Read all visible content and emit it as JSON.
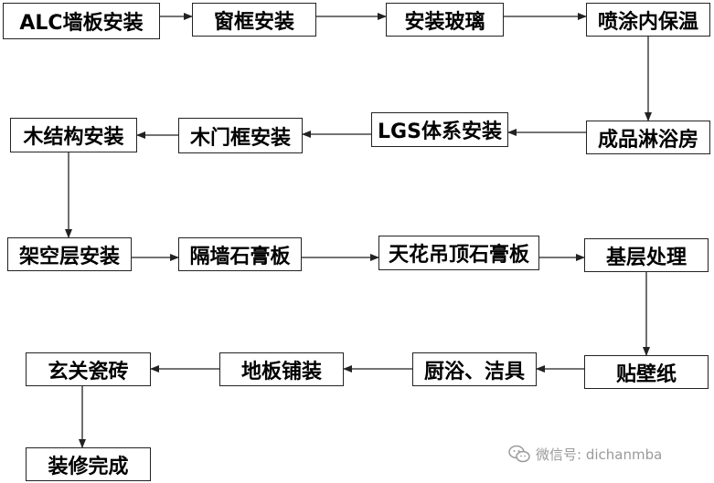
{
  "steps": [
    "ALC墙板安装",
    "窗框安装",
    "安装玻璃",
    "喷涂内保温",
    "成品淋浴房",
    "LGS体系安装",
    "木门框安装",
    "木结构安装",
    "架空层安装",
    "隔墙石膏板",
    "天花吊顶石膏板",
    "基层处理",
    "贴壁纸",
    "厨浴、洁具",
    "地板铺装",
    "玄关瓷砖",
    "装修完成"
  ],
  "watermark": {
    "text": "微信号: dichanmba",
    "icon": "wechat-icon"
  },
  "colors": {
    "border": "#222222",
    "arrow": "#222222",
    "text": "#000000",
    "watermark": "#9a9a9a"
  }
}
